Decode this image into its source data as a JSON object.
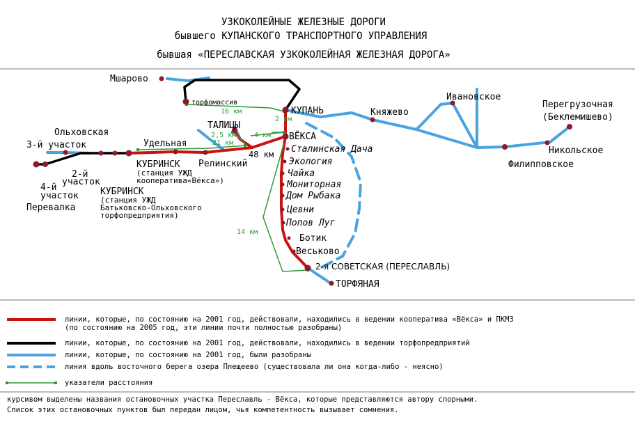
{
  "title": {
    "line1": "УЗКОКОЛЕЙНЫЕ ЖЕЛЕЗНЫЕ ДОРОГИ",
    "line2": "бывшего КУПАНСКОГО ТРАНСПОРТНОГО УПРАВЛЕНИЯ",
    "line3": "бывшая «ПЕРЕСЛАВСКАЯ УЗКОКОЛЕЙНАЯ ЖЕЛЕЗНАЯ ДОРОГА»"
  },
  "colors": {
    "red_line": "#cc1111",
    "black_line": "#000000",
    "blue_line": "#4aa3df",
    "green_marker": "#2e9a3a",
    "station_dot": "#8b1a2a"
  },
  "map": {
    "labels": {
      "msharovo": "Мшарово",
      "torfomassiv": "торфомассив",
      "kupan": "КУПАНЬ",
      "knyazhevo": "Княжево",
      "ivanovskoe": "Ивановское",
      "peregruz1": "Перегрузочная",
      "peregruz2": "(Беклемишево)",
      "nikolskoe": "Никольское",
      "filippovskoe": "Филипповское",
      "olkhovskaya": "Ольховская",
      "uchastok3": "3-й участок",
      "udelnaya": "Удельная",
      "talitsy": "ТАЛИЦЫ",
      "vyoksa": "ВЁКСА",
      "stalinskaya": "Сталинская Дача",
      "ekologiya": "Экология",
      "chayka": "Чайка",
      "monitornaya": "Мониторная",
      "dom_rybaka": "Дом Рыбака",
      "tsevni": "Цевни",
      "popov_lug": "Попов Луг",
      "botik": "Ботик",
      "veskovo": "Веськово",
      "sovetskaya": "2-я СОВЕТСКАЯ (ПЕРЕСЛАВЛЬ)",
      "torfyanaya": "ТОРФЯНАЯ",
      "relinskiy": "Релинский",
      "kubrinsk1": "КУБРИНСК",
      "kubrinsk1_sub1": "(станция УЖД",
      "kubrinsk1_sub2": "кооператива«Вёкса»)",
      "kubrinsk2": "КУБРИНСК",
      "kubrinsk2_sub1": "(станция УЖД",
      "kubrinsk2_sub2": "Батьковско-Ольховского",
      "kubrinsk2_sub3": "торфопредприятия)",
      "uchastok2_a": "2-й",
      "uchastok2_b": "участок",
      "uchastok4_a": "4-й",
      "uchastok4_b": "участок",
      "perevalka": "Перевалка"
    },
    "distances": {
      "km16": "16 км",
      "km2": "2 км",
      "km2_5": "2,5 км",
      "km4": "4 км",
      "km21": "21 км",
      "km48": "48 км",
      "km14": "14 км"
    }
  },
  "legend": {
    "red": "линии, которые, по состоянию на 2001 год, действовали, находились в ведении кооператива «Вёкса» и ПКМЗ",
    "red_note": "(по состоянию на 2005 год, эти линии почти полностью разобраны)",
    "black": "линии, которые, по состоянию на 2001 год, действовали, находились в ведении торфопредприятий",
    "blue": "линии, которые, по состоянию на 2001 год, были разобраны",
    "dashed": "линия вдоль восточного берега озера Плещеево (существовала ли она когда-либо - неясно)",
    "green": "указатели расстояния"
  },
  "footnote": {
    "line1": "курсивом выделены названия остановочных участка Переславль - Вёкса, которые представляются автору спорными.",
    "line2": "Список этих остановочных пунктов был передан лицом, чья компетентность вызывает сомнения."
  }
}
